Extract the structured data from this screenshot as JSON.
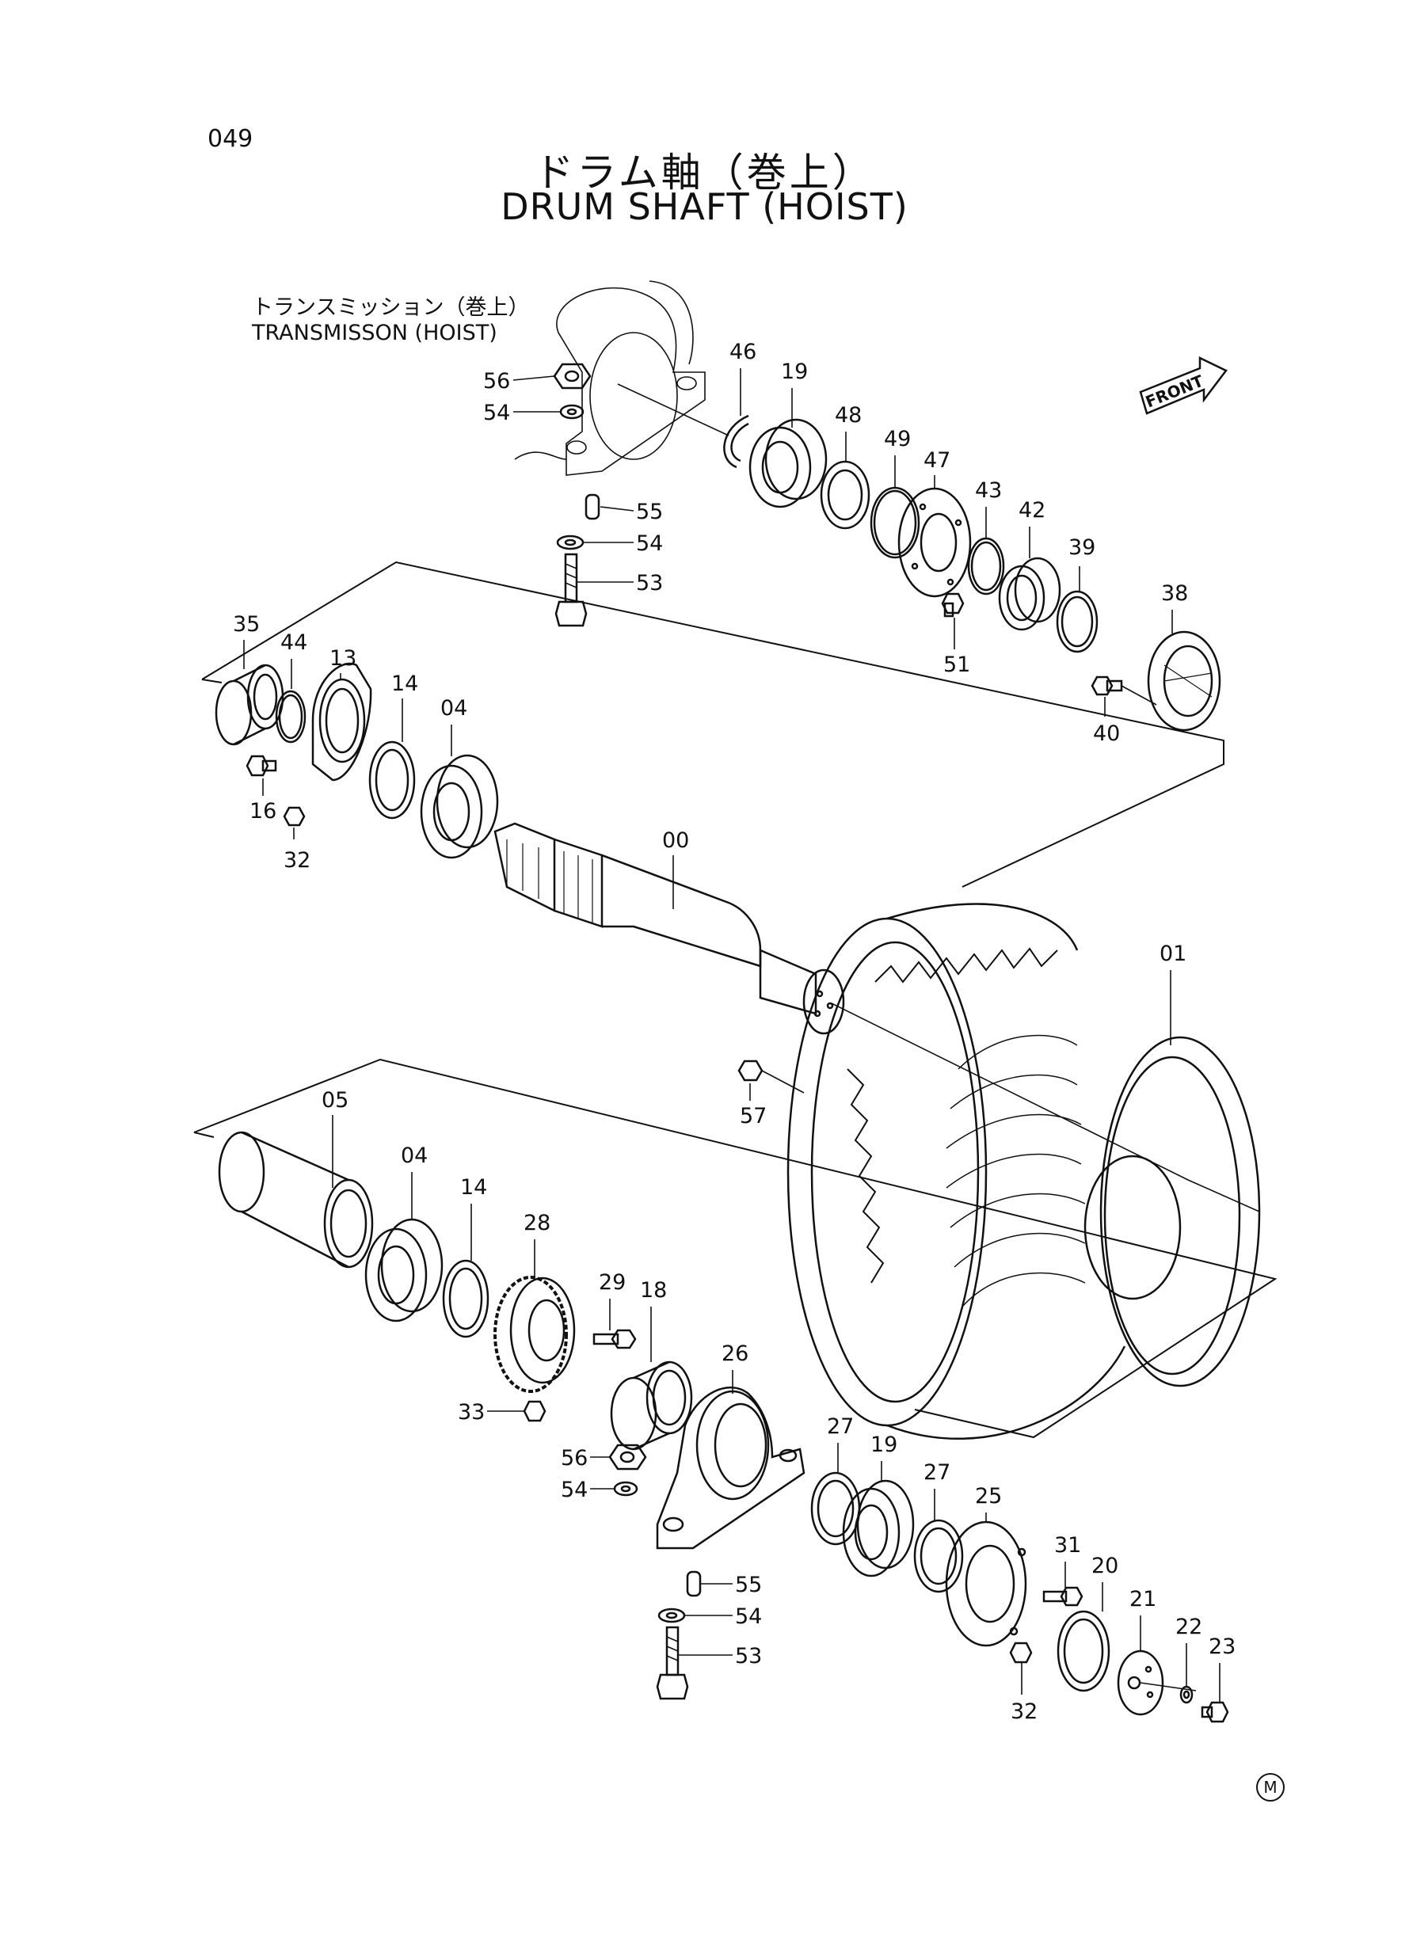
{
  "page_number": "049",
  "title_jp": "ドラム軸（巻上）",
  "title_en": "DRUM SHAFT (HOIST)",
  "assembly_label_jp": "トランスミッション（巻上）",
  "assembly_label_en": "TRANSMISSON (HOIST)",
  "front_label": "FRONT",
  "corner_mark": "M",
  "callouts": {
    "p56a": "56",
    "p54a": "54",
    "p55a": "55",
    "p54b": "54",
    "p53a": "53",
    "p46": "46",
    "p19a": "19",
    "p48": "48",
    "p49": "49",
    "p47": "47",
    "p43": "43",
    "p42": "42",
    "p39": "39",
    "p51": "51",
    "p38": "38",
    "p40": "40",
    "p35": "35",
    "p44": "44",
    "p13": "13",
    "p14a": "14",
    "p04a": "04",
    "p16": "16",
    "p32a": "32",
    "p00": "00",
    "p01": "01",
    "p57": "57",
    "p05": "05",
    "p04b": "04",
    "p14b": "14",
    "p28": "28",
    "p29": "29",
    "p18": "18",
    "p33": "33",
    "p26": "26",
    "p56b": "56",
    "p54c": "54",
    "p27a": "27",
    "p19b": "19",
    "p27b": "27",
    "p25": "25",
    "p31": "31",
    "p20": "20",
    "p21": "21",
    "p22": "22",
    "p23": "23",
    "p55b": "55",
    "p54d": "54",
    "p53b": "53",
    "p32b": "32"
  }
}
